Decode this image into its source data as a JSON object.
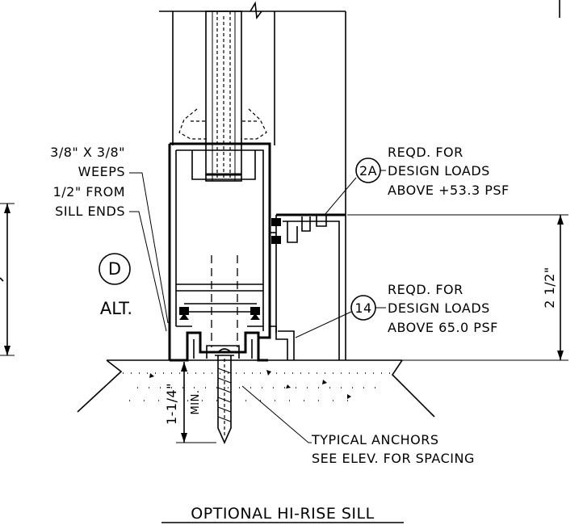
{
  "callouts": {
    "weeps": [
      "3/8\" X 3/8\"",
      "WEEPS",
      "1/2\" FROM",
      "SILL ENDS"
    ],
    "tag_2a": {
      "id": "2A",
      "lines": [
        "REQD. FOR",
        "DESIGN LOADS",
        "ABOVE +53.3 PSF"
      ]
    },
    "tag_14": {
      "id": "14",
      "lines": [
        "REQD. FOR",
        "DESIGN LOADS",
        "ABOVE 65.0 PSF"
      ]
    },
    "detail_tag": {
      "letter": "D",
      "label": "ALT."
    },
    "anchors": [
      "TYPICAL ANCHORS",
      "SEE ELEV. FOR SPACING"
    ]
  },
  "dimensions": {
    "sill_height": "2 1/2\"",
    "embed_value": "1-1/4\"",
    "embed_suffix": "MIN."
  },
  "title": "OPTIONAL HI-RISE SILL"
}
